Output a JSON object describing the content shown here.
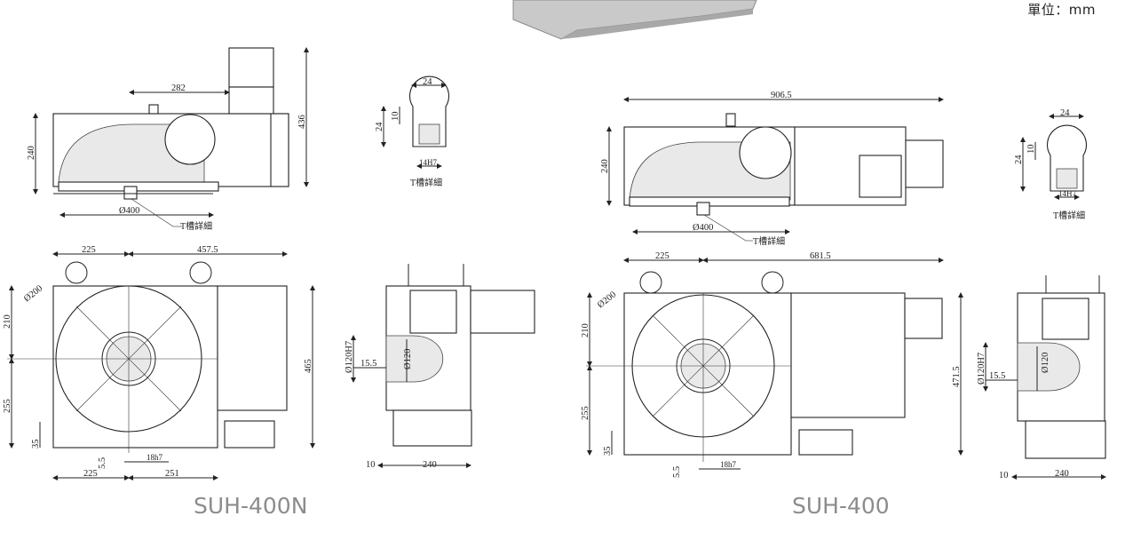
{
  "unit_label": "單位：mm",
  "models": {
    "left": "SUH-400N",
    "right": "SUH-400"
  },
  "labels": {
    "t_slot_detail": "T槽詳細",
    "phi400": "Ø400",
    "phi200": "Ø200",
    "phi120": "Ø120",
    "phi120h7": "Ø120H7",
    "h14h7": "14H7",
    "h18h7": "18h7"
  },
  "dims": {
    "d282": "282",
    "d436": "436",
    "d240": "240",
    "d24": "24",
    "d10": "10",
    "d225": "225",
    "d457_5": "457.5",
    "d210": "210",
    "d255": "255",
    "d35": "35",
    "d5_5": "5.5",
    "d251": "251",
    "d465": "465",
    "d15_5": "15.5",
    "d906_5": "906.5",
    "d681_5": "681.5",
    "d471_5": "471.5"
  }
}
